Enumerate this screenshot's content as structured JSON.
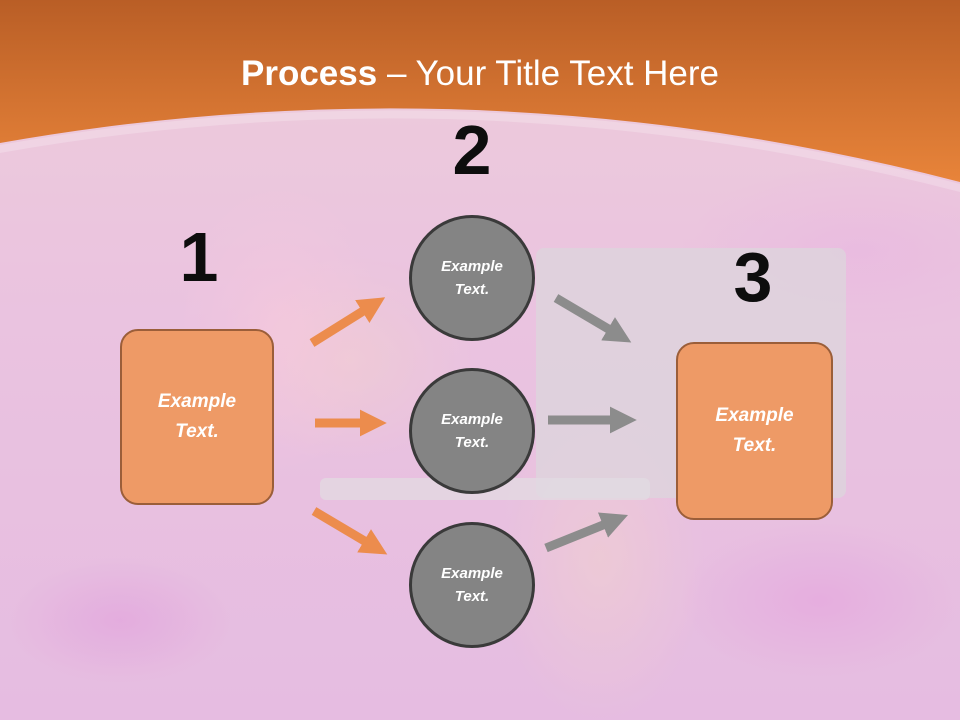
{
  "title": {
    "strong": "Process",
    "rest": " – Your Title Text Here"
  },
  "steps": [
    "1",
    "2",
    "3"
  ],
  "nodes": {
    "input_box": "Example Text.",
    "circle_top": "Example Text.",
    "circle_middle": "Example Text.",
    "circle_bottom": "Example Text.",
    "output_box": "Example Text."
  },
  "colors": {
    "header_orange": "#e27a34",
    "box_fill": "#ee9a66",
    "box_border": "#9b5e39",
    "circle_fill": "#848484",
    "circle_border": "#3a3a3a",
    "arrow_orange": "#ec8c4d",
    "arrow_gray": "#8c8c8c",
    "title_text": "#ffffff",
    "number_text": "#0d0d0d"
  },
  "background_image": "photo-woman-with-laptop-in-pink-flower-field-icon"
}
